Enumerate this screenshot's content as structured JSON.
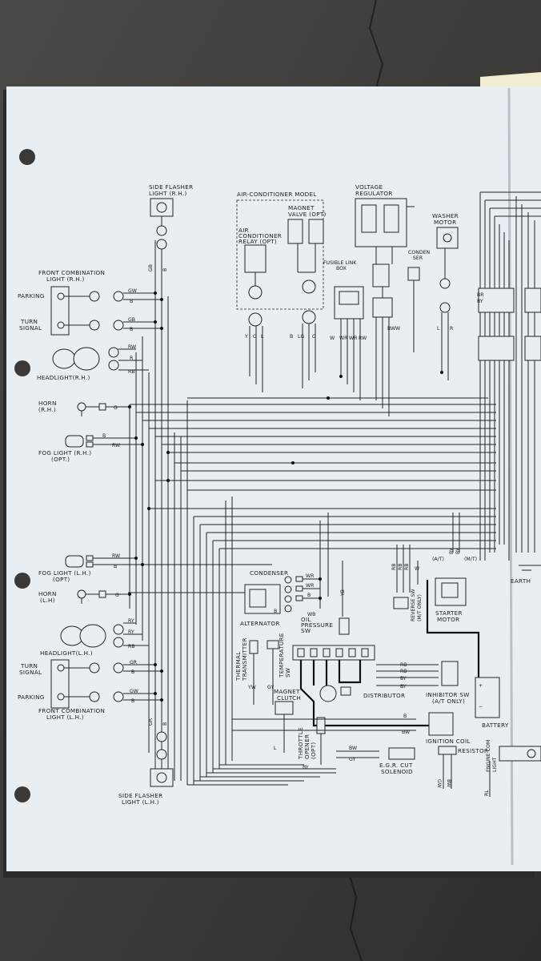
{
  "labels": {
    "side_flasher_rh": [
      "SIDE FLASHER",
      "LIGHT (R.H.)"
    ],
    "side_flasher_lh": [
      "SIDE FLASHER",
      "LIGHT (L.H.)"
    ],
    "front_combination_rh": [
      "FRONT COMBINATION",
      "LIGHT (R.H.)"
    ],
    "front_combination_lh": [
      "FRONT COMBINATION",
      "LIGHT (L.H.)"
    ],
    "parking": "PARKING",
    "turn_signal": [
      "TURN",
      "SIGNAL"
    ],
    "headlight_rh": "HEADLIGHT(R.H.)",
    "headlight_lh": "HEADLIGHT(L.H.)",
    "horn_rh": [
      "HORN",
      "(R.H.)"
    ],
    "horn_lh": [
      "HORN",
      "(L.H)"
    ],
    "fog_light_rh": [
      "FOG LIGHT (R.H.)",
      "(OPT.)"
    ],
    "fog_light_lh": [
      "FOG LIGHT (L.H.)",
      "(OPT)"
    ],
    "air_conditioner_model": "AIR-CONDITIONER MODEL",
    "air_conditioner_relay": [
      "AIR",
      "CONDITIONER",
      "RELAY (OPT)"
    ],
    "magnet_valve": [
      "MAGNET",
      "VALVE (OPT)"
    ],
    "voltage_regulator": [
      "VOLTAGE",
      "REGULATOR"
    ],
    "fusible_link_box": [
      "FUSIBLE LINK",
      "BOX"
    ],
    "condenser_top": [
      "CONDEN",
      "SER"
    ],
    "washer_motor": [
      "WASHER",
      "MOTOR"
    ],
    "condenser": "CONDENSER",
    "alternator": "ALTERNATOR",
    "oil_pressure_sw": [
      "OIL",
      "PRESSURE",
      "SW"
    ],
    "thermal_transmitter": [
      "THERMAL",
      "TRANSMITTER"
    ],
    "temperature_sw": [
      "TEMPERATURE",
      "SW"
    ],
    "magnet_clutch": [
      "MAGNET",
      "CLUTCH"
    ],
    "throttle_opener": [
      "THROTTLE",
      "OPENER",
      "(OPT)"
    ],
    "distributor": "DISTRIBUTOR",
    "egr_cut_solenoid": [
      "E.G.R. CUT",
      "SOLENOID"
    ],
    "ignition_coil": "IGNITION COIL",
    "resistor": "RESISTOR",
    "inhibitor_sw": [
      "INHIBITOR SW",
      "(A/T ONLY)"
    ],
    "reverse_sw": [
      "REVERSE SW",
      "(M/T ONLY)"
    ],
    "starter_motor": [
      "STARTER",
      "MOTOR"
    ],
    "battery": "BATTERY",
    "earth": "EARTH",
    "engine_comp": [
      "ENGINE COM",
      "LIGHT"
    ],
    "at": "(A/T)",
    "mt": "(M/T)"
  },
  "wire_codes": {
    "flasher_rh": [
      "GB",
      "B"
    ],
    "parking_rh": [
      "GW",
      "B"
    ],
    "turn_rh": [
      "GB",
      "B"
    ],
    "headlight_rh": [
      "RW",
      "R",
      "RB"
    ],
    "horn_rh": "G",
    "fog_rh": [
      "B",
      "RW"
    ],
    "fog_lh": [
      "RW",
      "B"
    ],
    "horn_lh": "G",
    "headlight_lh": [
      "RY",
      "RY",
      "RB"
    ],
    "turn_lh": [
      "GR",
      "B"
    ],
    "parking_lh": [
      "GW",
      "B"
    ],
    "flasher_lh": [
      "GR",
      "B"
    ],
    "ac": [
      "Y",
      "G",
      "L",
      "B",
      "LG",
      "G"
    ],
    "fusible": [
      "W",
      "WR",
      "WR",
      "RW"
    ],
    "regulator": [
      "BW",
      "W"
    ],
    "washer": [
      "L",
      "R"
    ],
    "top_right": [
      "BR",
      "RY"
    ],
    "condenser_wires": [
      "WR",
      "WR",
      "B",
      "B"
    ],
    "yb": "YB",
    "wb": "WB",
    "thermal": [
      "YW",
      "GY"
    ],
    "inhibitor": [
      "RB",
      "RB",
      "BY",
      "BY"
    ],
    "reverse": [
      "RB",
      "RB",
      "RB"
    ],
    "starter_feed": "W",
    "at_mt": [
      "BY",
      "BY"
    ],
    "coil": [
      "B",
      "BW"
    ],
    "egr": [
      "BW",
      "GY"
    ],
    "throttle": "BY",
    "resistor": [
      "GW",
      "BW"
    ],
    "engine_comp": "RL",
    "l_lower": "L"
  }
}
